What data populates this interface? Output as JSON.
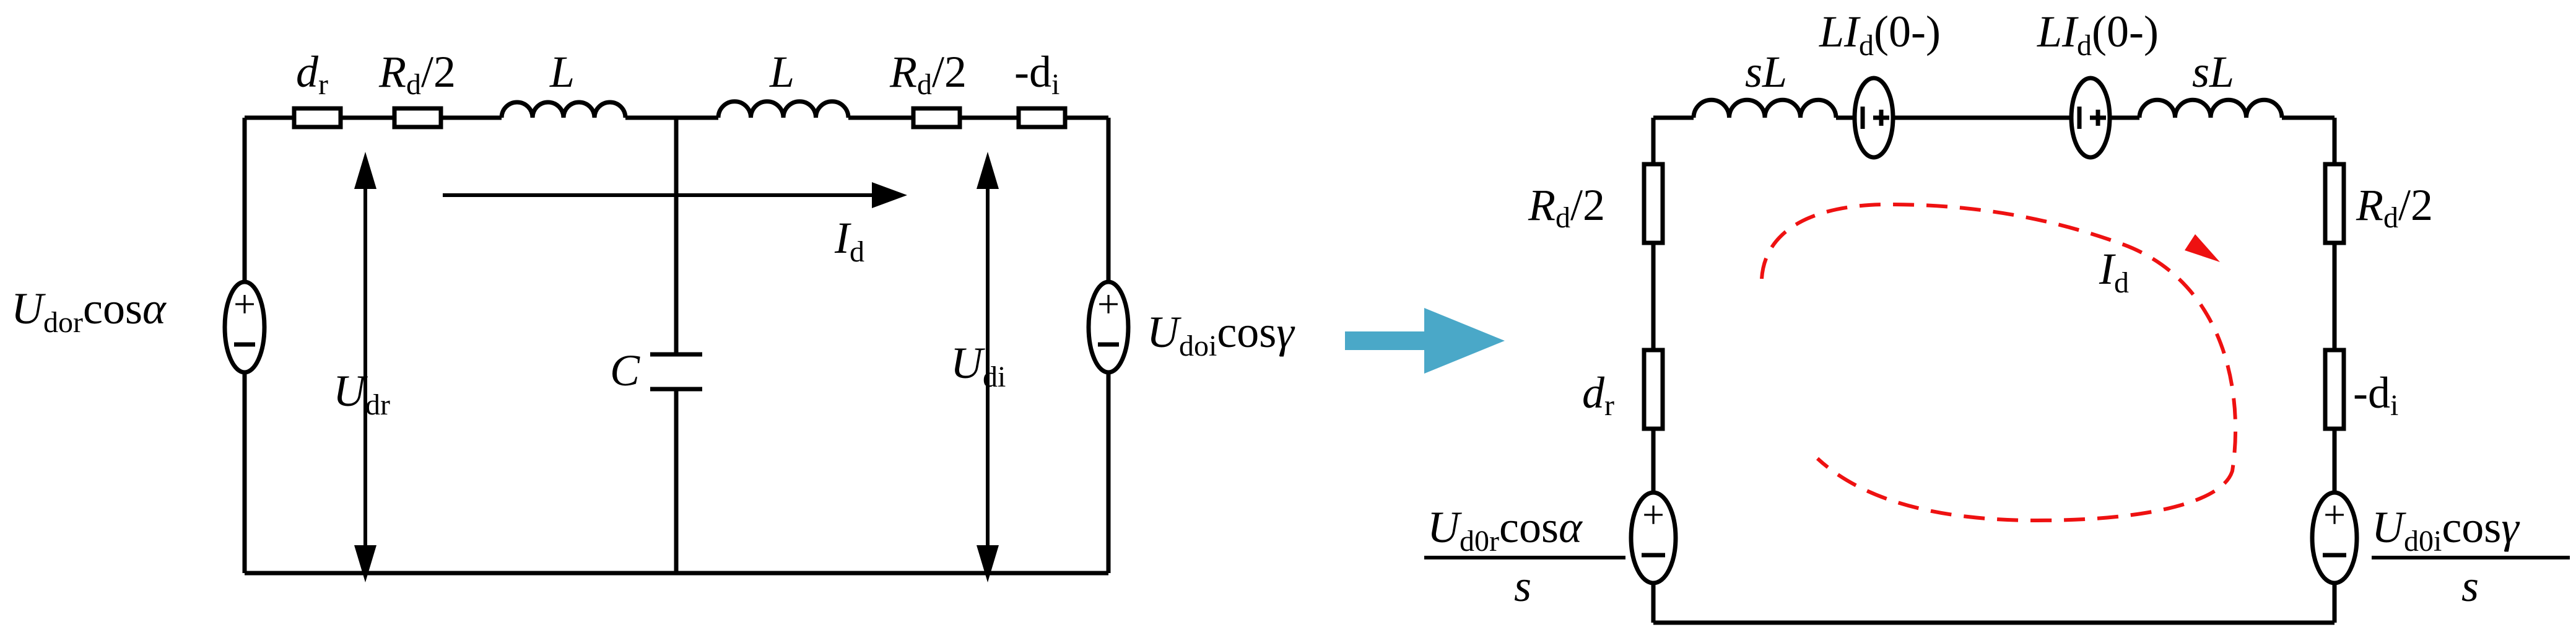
{
  "left_circuit": {
    "dr_main": "d",
    "dr_sub": "r",
    "rd2_left_main": "R",
    "rd2_left_sub": "d",
    "rd2_left_tail": "/2",
    "l_left": "L",
    "l_right": "L",
    "rd2_right_main": "R",
    "rd2_right_sub": "d",
    "rd2_right_tail": "/2",
    "di_main": "-d",
    "di_sub": "i",
    "id_main": "I",
    "id_sub": "d",
    "c_label": "C",
    "udr_main": "U",
    "udr_sub": "dr",
    "udi_main": "U",
    "udi_sub": "di",
    "src_left_main": "U",
    "src_left_sub": "dor",
    "src_left_cos": "cos",
    "src_left_angle": "α",
    "src_right_main": "U",
    "src_right_sub": "doi",
    "src_right_cos": "cos",
    "src_right_angle": "γ"
  },
  "right_circuit": {
    "sl_left": "sL",
    "li_left_main": "LI",
    "li_left_sub": "d",
    "li_left_tail": "(0-)",
    "li_right_main": "LI",
    "li_right_sub": "d",
    "li_right_tail": "(0-)",
    "sl_right": "sL",
    "rd2_left_main": "R",
    "rd2_left_sub": "d",
    "rd2_left_tail": "/2",
    "rd2_right_main": "R",
    "rd2_right_sub": "d",
    "rd2_right_tail": "/2",
    "dr_main": "d",
    "dr_sub": "r",
    "di_main": "-d",
    "di_sub": "i",
    "id_main": "I",
    "id_sub": "d",
    "src_left_main": "U",
    "src_left_sub": "d0r",
    "src_left_cos": "cos",
    "src_left_angle": "α",
    "src_left_den": "s",
    "src_right_main": "U",
    "src_right_sub": "d0i",
    "src_right_cos": "cos",
    "src_right_angle": "γ",
    "src_right_den": "s"
  },
  "colors": {
    "wire": "#000000",
    "transform_arrow": "#4aa8c8",
    "current_loop": "#ee1111"
  }
}
